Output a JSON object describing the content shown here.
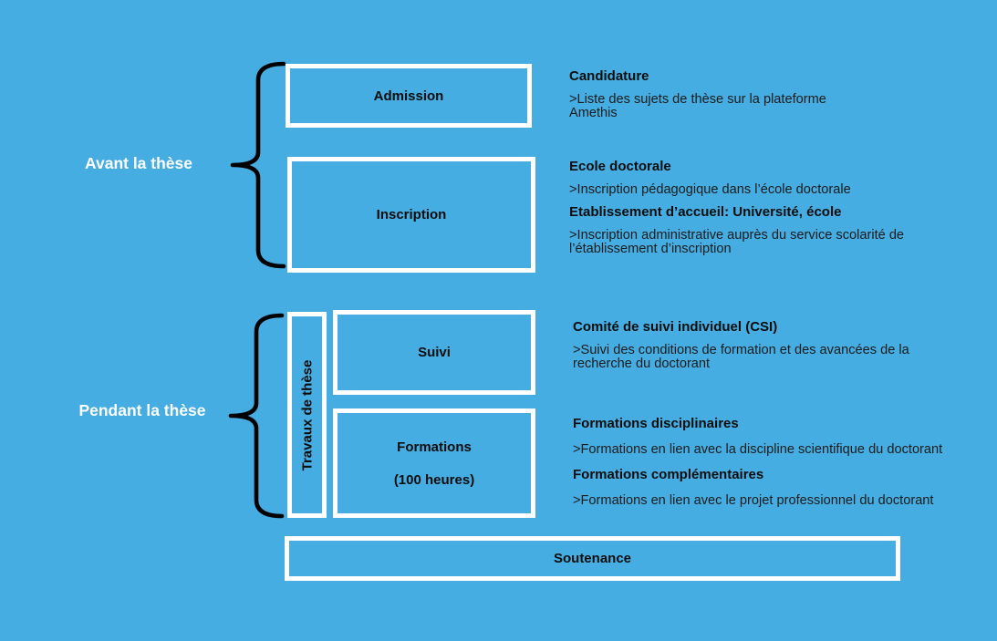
{
  "colors": {
    "background": "#45ADE2",
    "box_border": "#FFFFFF",
    "brace": "#000000",
    "box_text": "#0D0D0D",
    "note_title_text": "#0D0D0D",
    "note_body_text": "#1C1C1C",
    "phase_label_text": "#FFFFFF"
  },
  "phases": {
    "avant": {
      "label": "Avant la thèse"
    },
    "pendant": {
      "label": "Pendant la thèse"
    }
  },
  "boxes": {
    "admission": {
      "label": "Admission"
    },
    "inscription": {
      "label": "Inscription"
    },
    "travaux": {
      "label": "Travaux de thèse"
    },
    "suivi": {
      "label": "Suivi"
    },
    "formations": {
      "label": "Formations",
      "sublabel": "(100 heures)"
    },
    "soutenance": {
      "label": "Soutenance"
    }
  },
  "notes": {
    "candidature": {
      "title": "Candidature",
      "body": ">Liste des sujets de thèse sur la plateforme Amethis"
    },
    "inscription": {
      "title1": "Ecole doctorale",
      "body1": ">Inscription pédagogique dans l’école doctorale",
      "title2": "Etablissement d’accueil: Université, école",
      "body2": ">Inscription administrative auprès du service scolarité de l’établissement d’inscription"
    },
    "suivi": {
      "title": "Comité de suivi individuel (CSI)",
      "body": ">Suivi des conditions de formation et des avancées de la recherche du doctorant"
    },
    "formations": {
      "title1": "Formations disciplinaires",
      "body1": ">Formations en lien avec la discipline scientifique du doctorant",
      "title2": "Formations complémentaires",
      "body2": ">Formations en lien avec le projet professionnel du doctorant"
    }
  }
}
